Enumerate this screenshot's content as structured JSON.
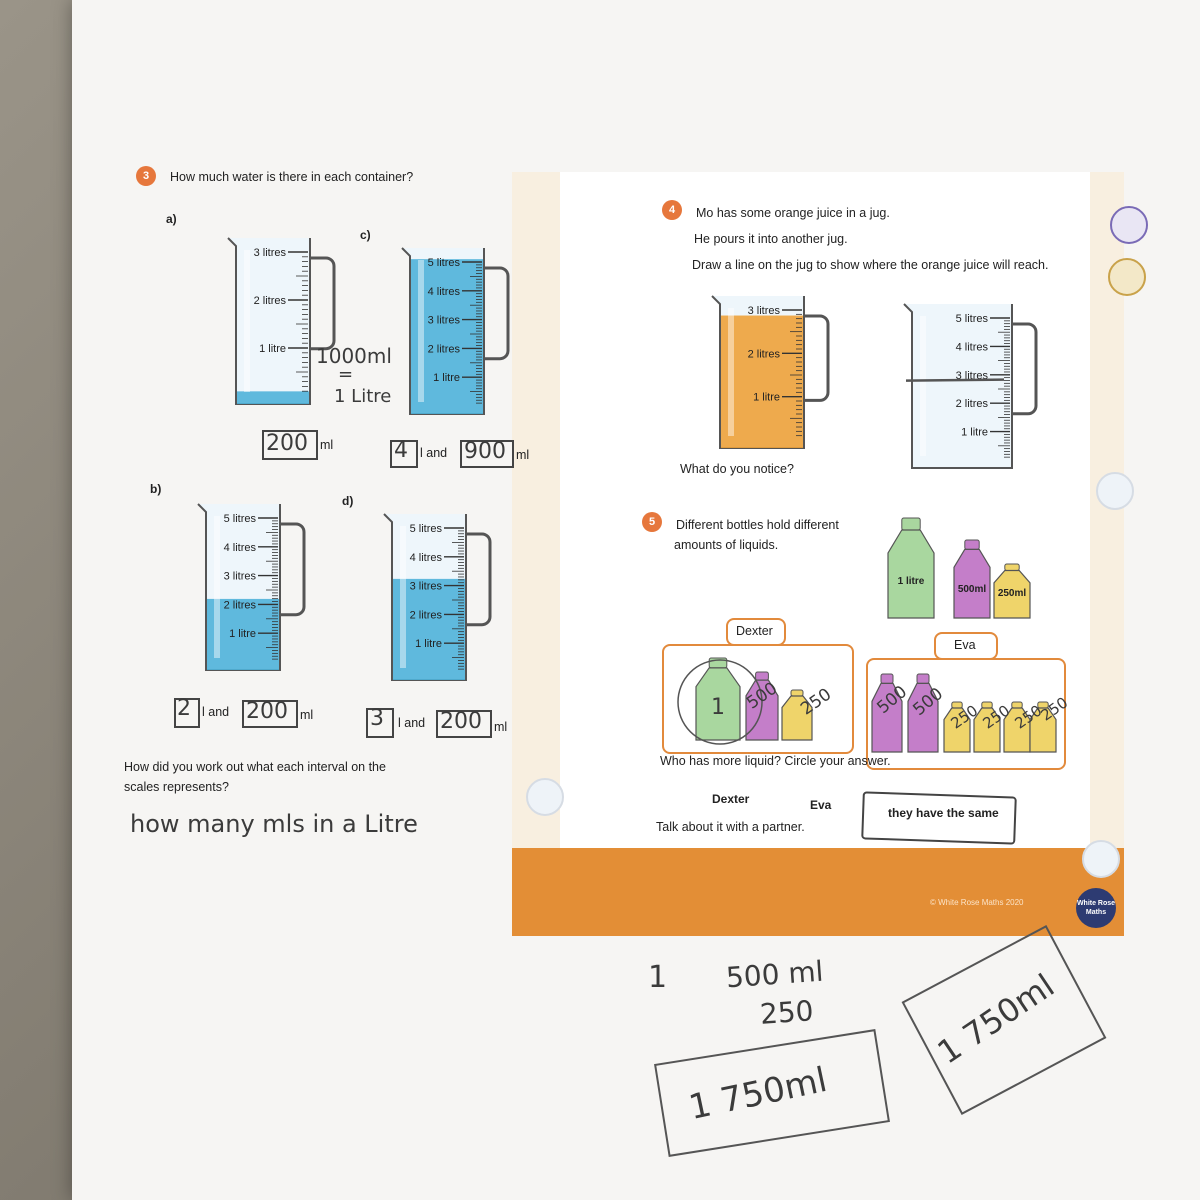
{
  "q3": {
    "number": "3",
    "question": "How much water is there in each container?",
    "labels": {
      "a": "a)",
      "b": "b)",
      "c": "c)",
      "d": "d)"
    },
    "jug_a": {
      "scale": [
        "3 litres",
        "2 litres",
        "1 litre"
      ],
      "water_fraction": 0.08
    },
    "jug_b": {
      "scale": [
        "5 litres",
        "4 litres",
        "3 litres",
        "2 litres",
        "1 litre"
      ],
      "water_fraction": 0.45
    },
    "jug_c": {
      "scale": [
        "5 litres",
        "4 litres",
        "3 litres",
        "2 litres",
        "1 litre"
      ],
      "water_fraction": 0.98
    },
    "jug_d": {
      "scale": [
        "5 litres",
        "4 litres",
        "3 litres",
        "2 litres",
        "1 litre"
      ],
      "water_fraction": 0.64
    },
    "answer_a": {
      "ml": "200",
      "ml_unit": "ml"
    },
    "answer_b": {
      "l": "2",
      "and": "l and",
      "ml": "200",
      "ml_unit": "ml"
    },
    "answer_c": {
      "l": "4",
      "and": "l and",
      "ml": "900",
      "ml_unit": "ml"
    },
    "answer_d": {
      "l": "3",
      "and": "l and",
      "ml": "200",
      "ml_unit": "ml"
    },
    "note_a_line1": "1000ml",
    "note_a_line2": "=",
    "note_a_line3": "1 Litre",
    "followup_line1": "How did you work out what each interval on the",
    "followup_line2": "scales represents?",
    "followup_answer": "how many mls in a Litre"
  },
  "q4": {
    "number": "4",
    "line1": "Mo has some orange juice in a jug.",
    "line2": "He pours it into another jug.",
    "line3": "Draw a line on the jug to show where the orange juice will reach.",
    "jug_left": {
      "scale": [
        "3 litres",
        "2 litres",
        "1 litre"
      ],
      "juice_fraction": 0.92
    },
    "jug_right": {
      "scale": [
        "5 litres",
        "4 litres",
        "3 litres",
        "2 litres",
        "1 litre"
      ],
      "drawn_line_fraction": 0.56
    },
    "notice": "What do you notice?"
  },
  "q5": {
    "number": "5",
    "line1": "Different bottles hold different",
    "line2": "amounts of liquids.",
    "bottle_labels": [
      "1 litre",
      "500ml",
      "250ml"
    ],
    "dexter_label": "Dexter",
    "eva_label": "Eva",
    "dexter_marks": [
      "1",
      "500",
      "250"
    ],
    "eva_marks": [
      "500",
      "500",
      "250",
      "250",
      "250",
      "250"
    ],
    "who_more": "Who has more liquid? Circle your answer.",
    "option_dexter": "Dexter",
    "option_eva": "Eva",
    "option_same": "they have the same",
    "talk": "Talk about it with a partner."
  },
  "footer": {
    "copyright": "© White Rose Maths 2020",
    "logo": "White Rose Maths"
  },
  "working": {
    "num1": "1",
    "num2": "500 ml",
    "num3": "250",
    "total1": "1 750ml",
    "total2": "1 750ml"
  },
  "colors": {
    "water": "#4fb3d9",
    "juice": "#eda23a",
    "accent": "#e6773c",
    "lime": "#a9d79f",
    "purple": "#c47ec9",
    "yellow": "#efd46a"
  }
}
